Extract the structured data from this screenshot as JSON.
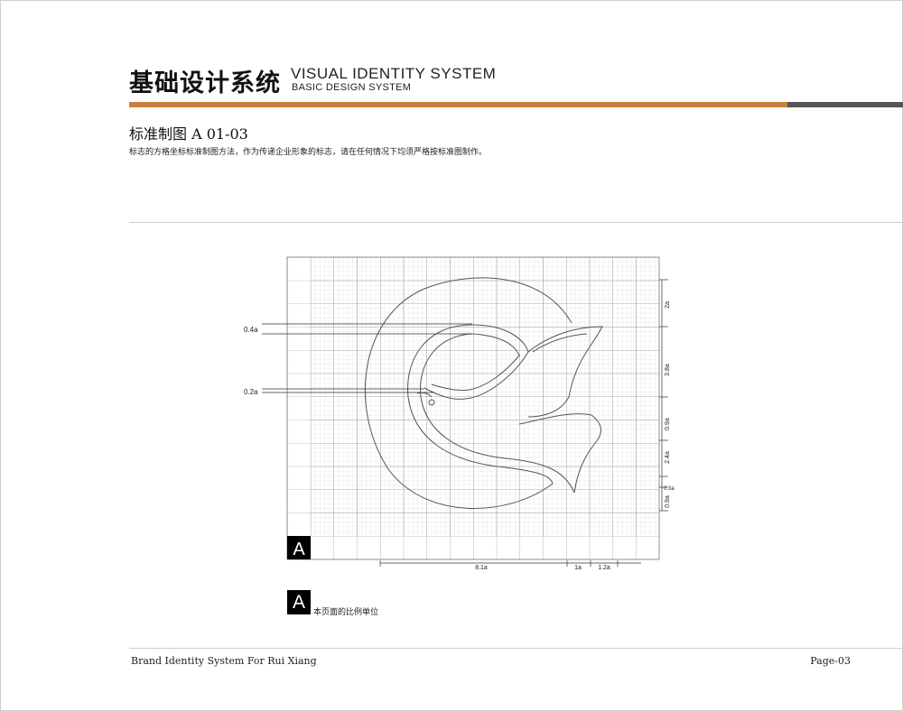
{
  "header": {
    "title_cn": "基础设计系统",
    "title_en": "VISUAL IDENTITY SYSTEM",
    "subtitle_en": "BASIC DESIGN SYSTEM"
  },
  "section": {
    "title": "标准制图  A 01-03",
    "description": "标志的方格坐标标准制图方法，作为传递企业形象的标志，请在任何情况下均须严格按标准图制作。"
  },
  "diagram": {
    "grid_letter": "A",
    "left_labels": [
      "0.4a",
      "0.2a"
    ],
    "right_labels": [
      "2a",
      "3.8a",
      "0.9a",
      "2.4a",
      "0.3a",
      "0.9a"
    ],
    "bottom_labels": [
      "8.1a",
      "1a",
      "1.2a"
    ]
  },
  "legend": {
    "letter": "A",
    "text": "本页面的比例单位"
  },
  "footer": {
    "left": "Brand Identity System For Rui Xiang",
    "right": "Page-03"
  },
  "colors": {
    "accent_orange": "#c8803e",
    "accent_gray": "#5a5553"
  }
}
